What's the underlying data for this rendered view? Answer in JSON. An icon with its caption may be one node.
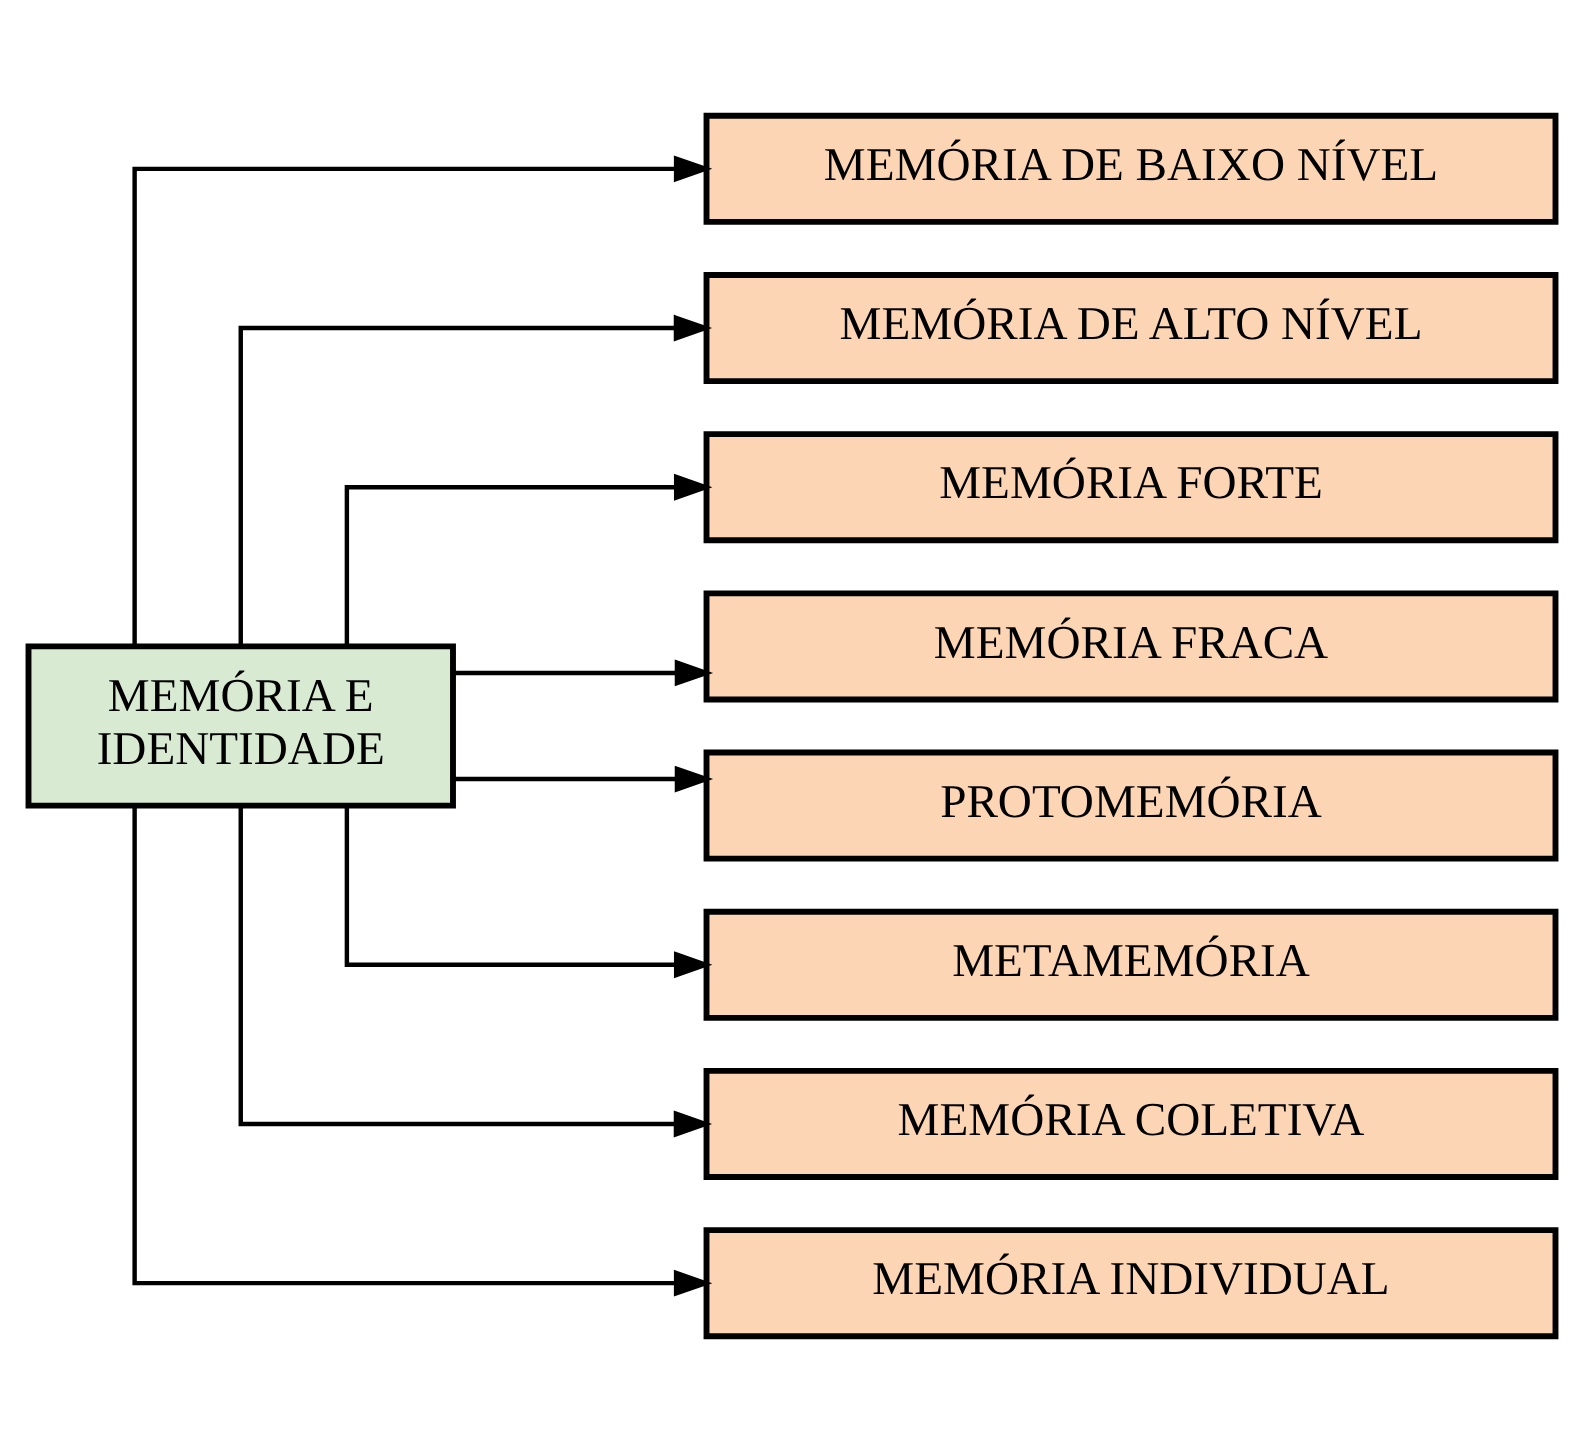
{
  "diagram": {
    "nodes": [
      {
        "text": [
          "MEMÓRIA E IDENTIDADE"
        ]
      },
      {
        "text": [
          "MEMÓRIA DE BAIXO NÍVEL"
        ]
      },
      {
        "text": [
          "MEMÓRIA DE ALTO NÍVEL"
        ]
      },
      {
        "text": [
          "MEMÓRIA FORTE"
        ]
      },
      {
        "text": [
          "MEMÓRIA FRACA"
        ]
      },
      {
        "text": [
          "PROTOMEMÓRIA"
        ]
      },
      {
        "text": [
          "METAMEMÓRIA"
        ]
      },
      {
        "text": [
          "MEMÓRIA COLETIVA"
        ]
      },
      {
        "text": [
          "MEMÓRIA INDIVIDUAL"
        ]
      }
    ],
    "edges": [
      {
        "from": 0,
        "to": 1,
        "arrow": "to"
      },
      {
        "from": 0,
        "to": 2,
        "arrow": "to"
      },
      {
        "from": 0,
        "to": 3,
        "arrow": "to"
      },
      {
        "from": 0,
        "to": 4,
        "arrow": "to"
      },
      {
        "from": 0,
        "to": 5,
        "arrow": "to"
      },
      {
        "from": 0,
        "to": 6,
        "arrow": "to"
      },
      {
        "from": 0,
        "to": 7,
        "arrow": "to"
      },
      {
        "from": 0,
        "to": 8,
        "arrow": "to"
      }
    ]
  }
}
